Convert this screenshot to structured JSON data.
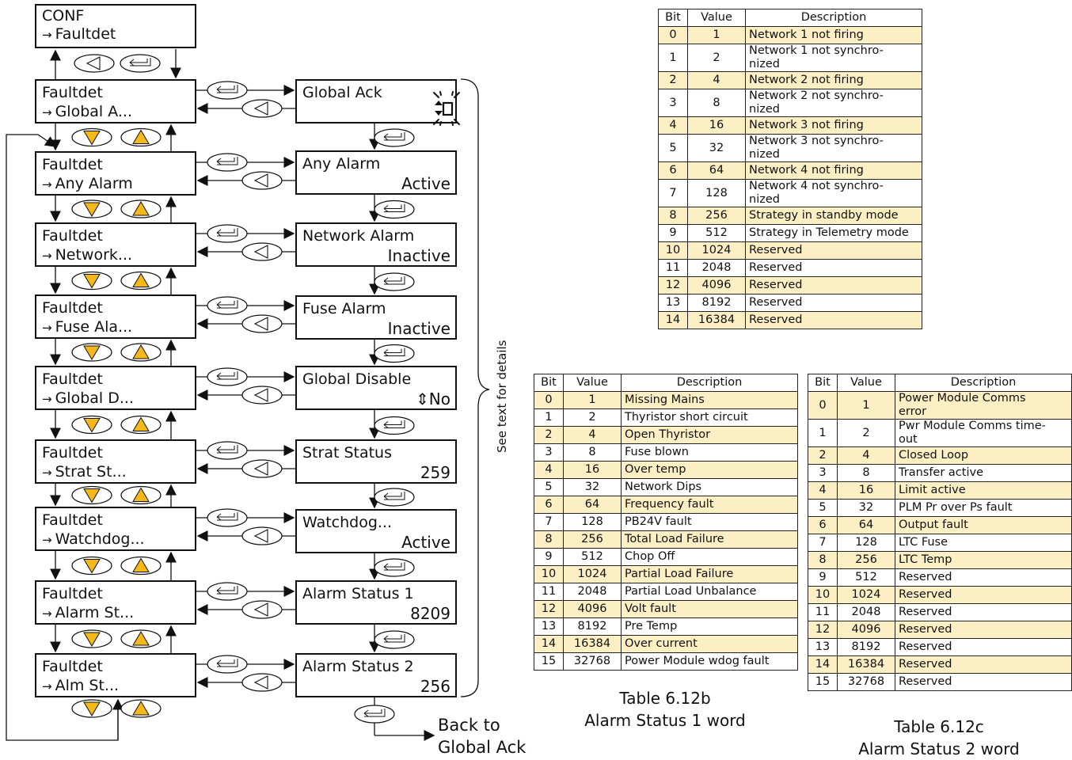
{
  "conf_box": {
    "title": "CONF",
    "item": "Faultdet"
  },
  "arrow_glyph": "→",
  "menu": [
    {
      "title": "Faultdet",
      "item": "Global A..."
    },
    {
      "title": "Faultdet",
      "item": "Any Alarm"
    },
    {
      "title": "Faultdet",
      "item": "Network..."
    },
    {
      "title": "Faultdet",
      "item": "Fuse Ala..."
    },
    {
      "title": "Faultdet",
      "item": "Global D..."
    },
    {
      "title": "Faultdet",
      "item": "Strat St..."
    },
    {
      "title": "Faultdet",
      "item": "Watchdog..."
    },
    {
      "title": "Faultdet",
      "item": "Alarm St..."
    },
    {
      "title": "Faultdet",
      "item": "Alm St..."
    }
  ],
  "params": [
    {
      "name": "Global Ack",
      "value": ""
    },
    {
      "name": "Any Alarm",
      "value": "Active"
    },
    {
      "name": "Network Alarm",
      "value": "Inactive"
    },
    {
      "name": "Fuse Alarm",
      "value": "Inactive"
    },
    {
      "name": "Global Disable",
      "value": "⇕No"
    },
    {
      "name": "Strat Status",
      "value": "259"
    },
    {
      "name": "Watchdog...",
      "value": "Active"
    },
    {
      "name": "Alarm Status 1",
      "value": "8209"
    },
    {
      "name": "Alarm Status 2",
      "value": "256"
    }
  ],
  "side_note": "See text for details",
  "back_to": {
    "line1": "Back to",
    "line2": "Global Ack"
  },
  "colors": {
    "highlight": "#fcefc4",
    "button_fill": "#f5b819",
    "line": "#111111"
  },
  "tables": {
    "strategy": {
      "headers": [
        "Bit",
        "Value",
        "Description"
      ],
      "rows": [
        [
          "0",
          "1",
          "Network 1 not firing"
        ],
        [
          "1",
          "2",
          "Network 1 not synchro-\nnized"
        ],
        [
          "2",
          "4",
          "Network 2 not firing"
        ],
        [
          "3",
          "8",
          "Network 2 not synchro-\nnized"
        ],
        [
          "4",
          "16",
          "Network 3 not firing"
        ],
        [
          "5",
          "32",
          "Network 3 not synchro-\nnized"
        ],
        [
          "6",
          "64",
          "Network 4 not firing"
        ],
        [
          "7",
          "128",
          "Network 4 not synchro-\nnized"
        ],
        [
          "8",
          "256",
          "Strategy in standby mode"
        ],
        [
          "9",
          "512",
          "Strategy in Telemetry mode"
        ],
        [
          "10",
          "1024",
          "Reserved"
        ],
        [
          "11",
          "2048",
          "Reserved"
        ],
        [
          "12",
          "4096",
          "Reserved"
        ],
        [
          "13",
          "8192",
          "Reserved"
        ],
        [
          "14",
          "16384",
          "Reserved"
        ]
      ]
    },
    "alarm1": {
      "headers": [
        "Bit",
        "Value",
        "Description"
      ],
      "rows": [
        [
          "0",
          "1",
          "Missing Mains"
        ],
        [
          "1",
          "2",
          "Thyristor short circuit"
        ],
        [
          "2",
          "4",
          "Open Thyristor"
        ],
        [
          "3",
          "8",
          "Fuse blown"
        ],
        [
          "4",
          "16",
          "Over temp"
        ],
        [
          "5",
          "32",
          "Network Dips"
        ],
        [
          "6",
          "64",
          "Frequency fault"
        ],
        [
          "7",
          "128",
          "PB24V fault"
        ],
        [
          "8",
          "256",
          "Total Load Failure"
        ],
        [
          "9",
          "512",
          "Chop Off"
        ],
        [
          "10",
          "1024",
          "Partial Load Failure"
        ],
        [
          "11",
          "2048",
          "Partial Load Unbalance"
        ],
        [
          "12",
          "4096",
          "Volt fault"
        ],
        [
          "13",
          "8192",
          "Pre Temp"
        ],
        [
          "14",
          "16384",
          "Over current"
        ],
        [
          "15",
          "32768",
          "Power Module wdog fault"
        ]
      ],
      "caption_line1": "Table 6.12b",
      "caption_line2": "Alarm Status 1 word"
    },
    "alarm2": {
      "headers": [
        "Bit",
        "Value",
        "Description"
      ],
      "rows": [
        [
          "0",
          "1",
          "Power Module Comms\nerror"
        ],
        [
          "1",
          "2",
          "Pwr Module Comms time-\nout"
        ],
        [
          "2",
          "4",
          "Closed Loop"
        ],
        [
          "3",
          "8",
          "Transfer active"
        ],
        [
          "4",
          "16",
          "Limit active"
        ],
        [
          "5",
          "32",
          "PLM Pr over Ps fault"
        ],
        [
          "6",
          "64",
          "Output fault"
        ],
        [
          "7",
          "128",
          "LTC Fuse"
        ],
        [
          "8",
          "256",
          "LTC Temp"
        ],
        [
          "9",
          "512",
          "Reserved"
        ],
        [
          "10",
          "1024",
          "Reserved"
        ],
        [
          "11",
          "2048",
          "Reserved"
        ],
        [
          "12",
          "4096",
          "Reserved"
        ],
        [
          "13",
          "8192",
          "Reserved"
        ],
        [
          "14",
          "16384",
          "Reserved"
        ],
        [
          "15",
          "32768",
          "Reserved"
        ]
      ],
      "caption_line1": "Table 6.12c",
      "caption_line2": "Alarm Status 2 word"
    }
  }
}
